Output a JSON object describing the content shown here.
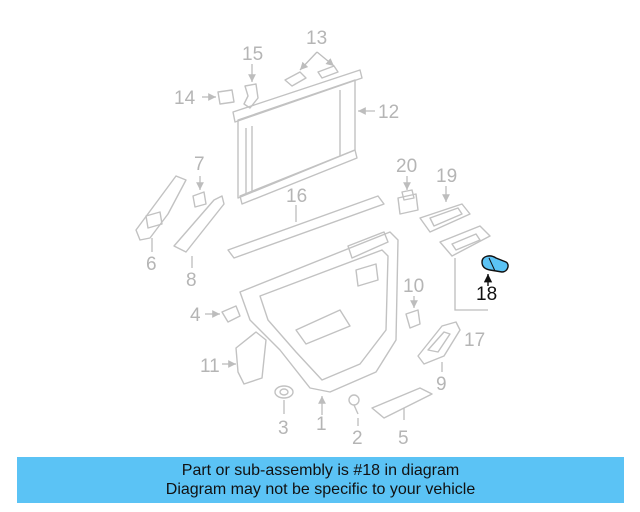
{
  "callouts": {
    "c1": "1",
    "c2": "2",
    "c3": "3",
    "c4": "4",
    "c5": "5",
    "c6": "6",
    "c7": "7",
    "c8": "8",
    "c9": "9",
    "c10": "10",
    "c11": "11",
    "c12": "12",
    "c13": "13",
    "c14": "14",
    "c15": "15",
    "c16": "16",
    "c17": "17",
    "c18": "18",
    "c19": "19",
    "c20": "20"
  },
  "highlight_part": "18",
  "colors": {
    "banner": "#5bc3f5",
    "highlight_fill": "#5bc3f5",
    "part_line": "#c2c2c2",
    "highlight_text": "#111111"
  },
  "banner": {
    "line1": "Part or sub-assembly is #18 in diagram",
    "line2": "Diagram may not be specific to your vehicle"
  }
}
